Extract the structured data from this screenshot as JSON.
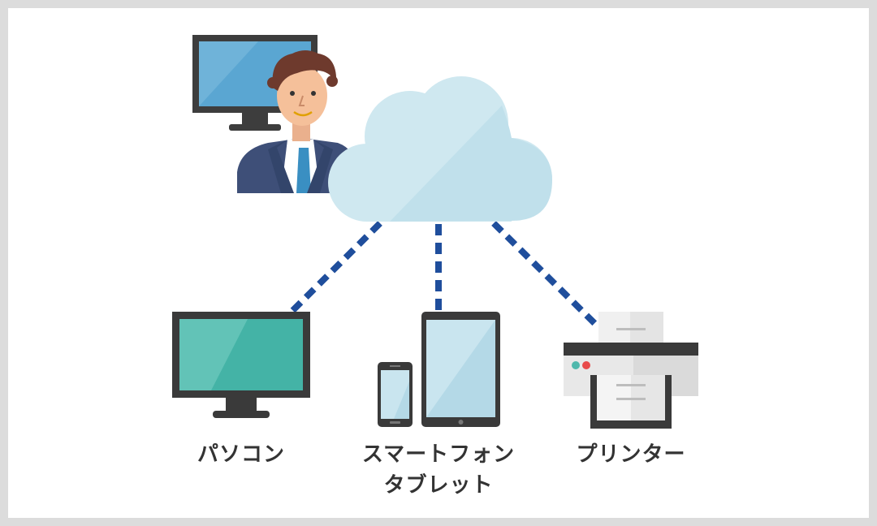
{
  "devices": {
    "pc": {
      "label": "パソコン"
    },
    "mobile": {
      "label_line1": "スマートフォン",
      "label_line2": "タブレット"
    },
    "printer": {
      "label": "プリンター"
    }
  },
  "colors": {
    "background": "#dcdcdc",
    "panel": "#ffffff",
    "cloud": "#cfe8f0",
    "dash_line": "#1f4e9c",
    "screen_teal": "#4dbaae",
    "screen_blue": "#6fb3d9",
    "device_frame": "#3a3a3a",
    "label_text": "#333333"
  },
  "icons": [
    "cloud-icon",
    "person-icon",
    "monitor-icon",
    "smartphone-icon",
    "tablet-icon",
    "printer-icon"
  ]
}
